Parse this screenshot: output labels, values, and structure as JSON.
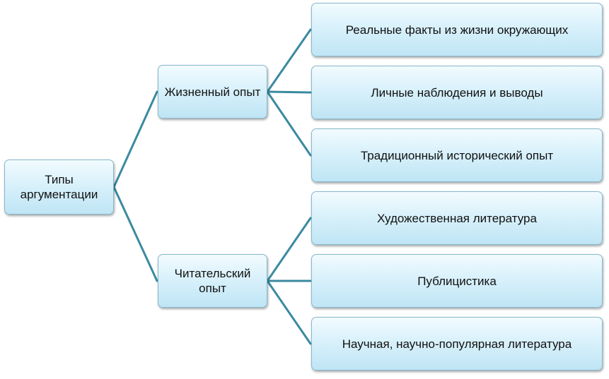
{
  "root": {
    "label": "Типы аргументации"
  },
  "branches": [
    {
      "label": "Жизненный опыт",
      "children": [
        "Реальные факты из жизни окружающих",
        "Личные наблюдения и выводы",
        "Традиционный исторический опыт"
      ]
    },
    {
      "label": "Читательский опыт",
      "children": [
        "Художественная литература",
        "Публицистика",
        "Научная, научно-популярная литература"
      ]
    }
  ],
  "colors": {
    "connector": "#3b8aa0",
    "node_border": "#86b9cc",
    "node_fill_top": "#f2fbff",
    "node_fill_bottom": "#bfe5f5"
  }
}
